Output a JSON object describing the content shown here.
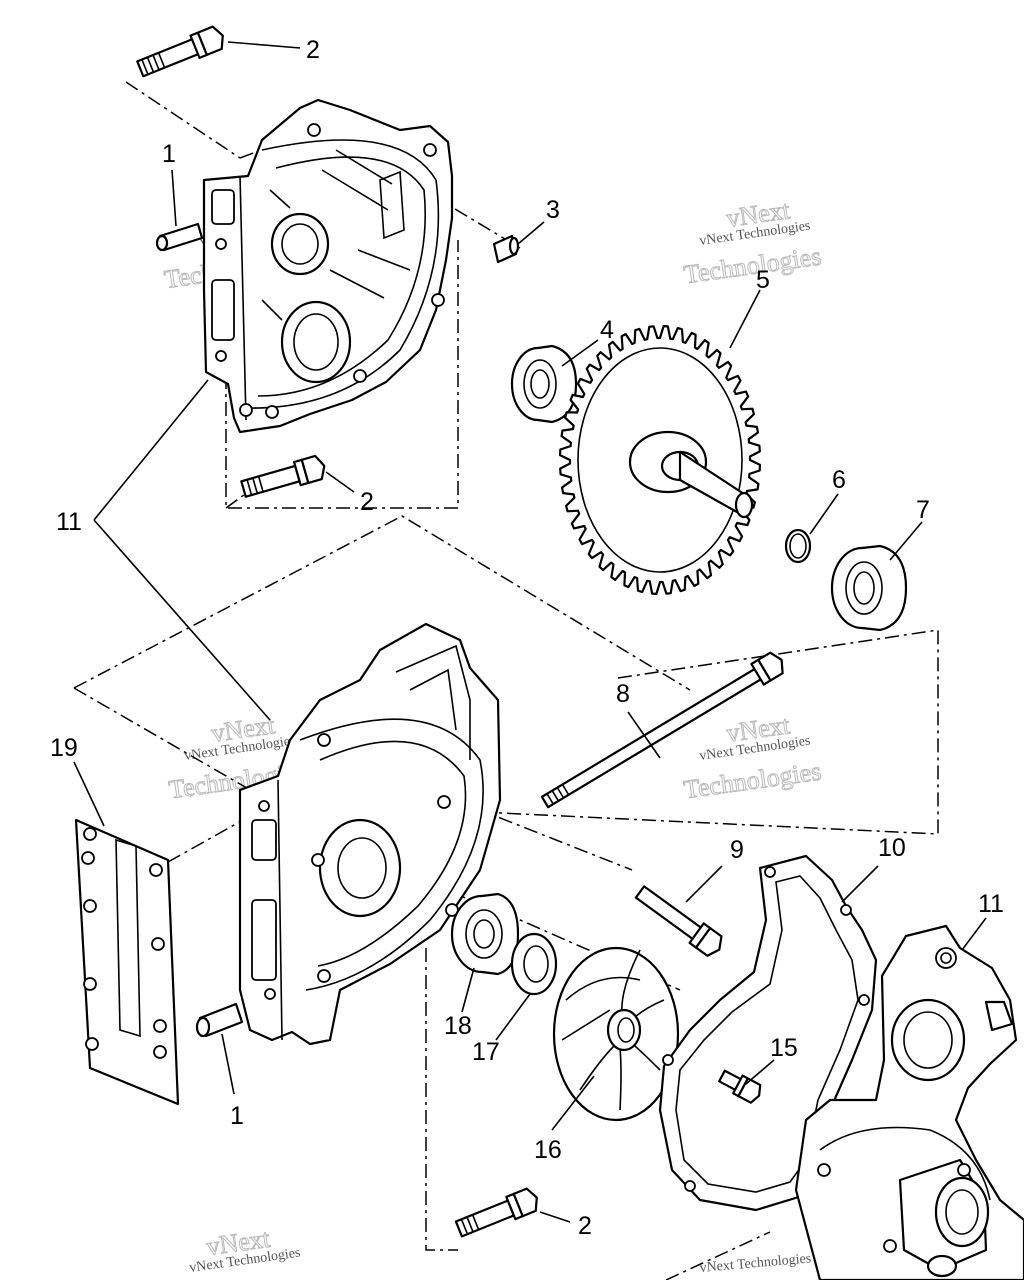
{
  "callouts": {
    "c2_top": "2",
    "c1_top": "1",
    "c3": "3",
    "c4": "4",
    "c5": "5",
    "c2_mid": "2",
    "c6": "6",
    "c7": "7",
    "c11_left": "11",
    "c8": "8",
    "c19": "19",
    "c9": "9",
    "c10": "10",
    "c11_right": "11",
    "c18": "18",
    "c17": "17",
    "c15": "15",
    "c1_bottom": "1",
    "c16": "16",
    "c2_bottom": "2"
  },
  "watermark": {
    "company": "vNext Technologies",
    "brand_top": "vNext",
    "brand_bottom": "Technologies"
  }
}
